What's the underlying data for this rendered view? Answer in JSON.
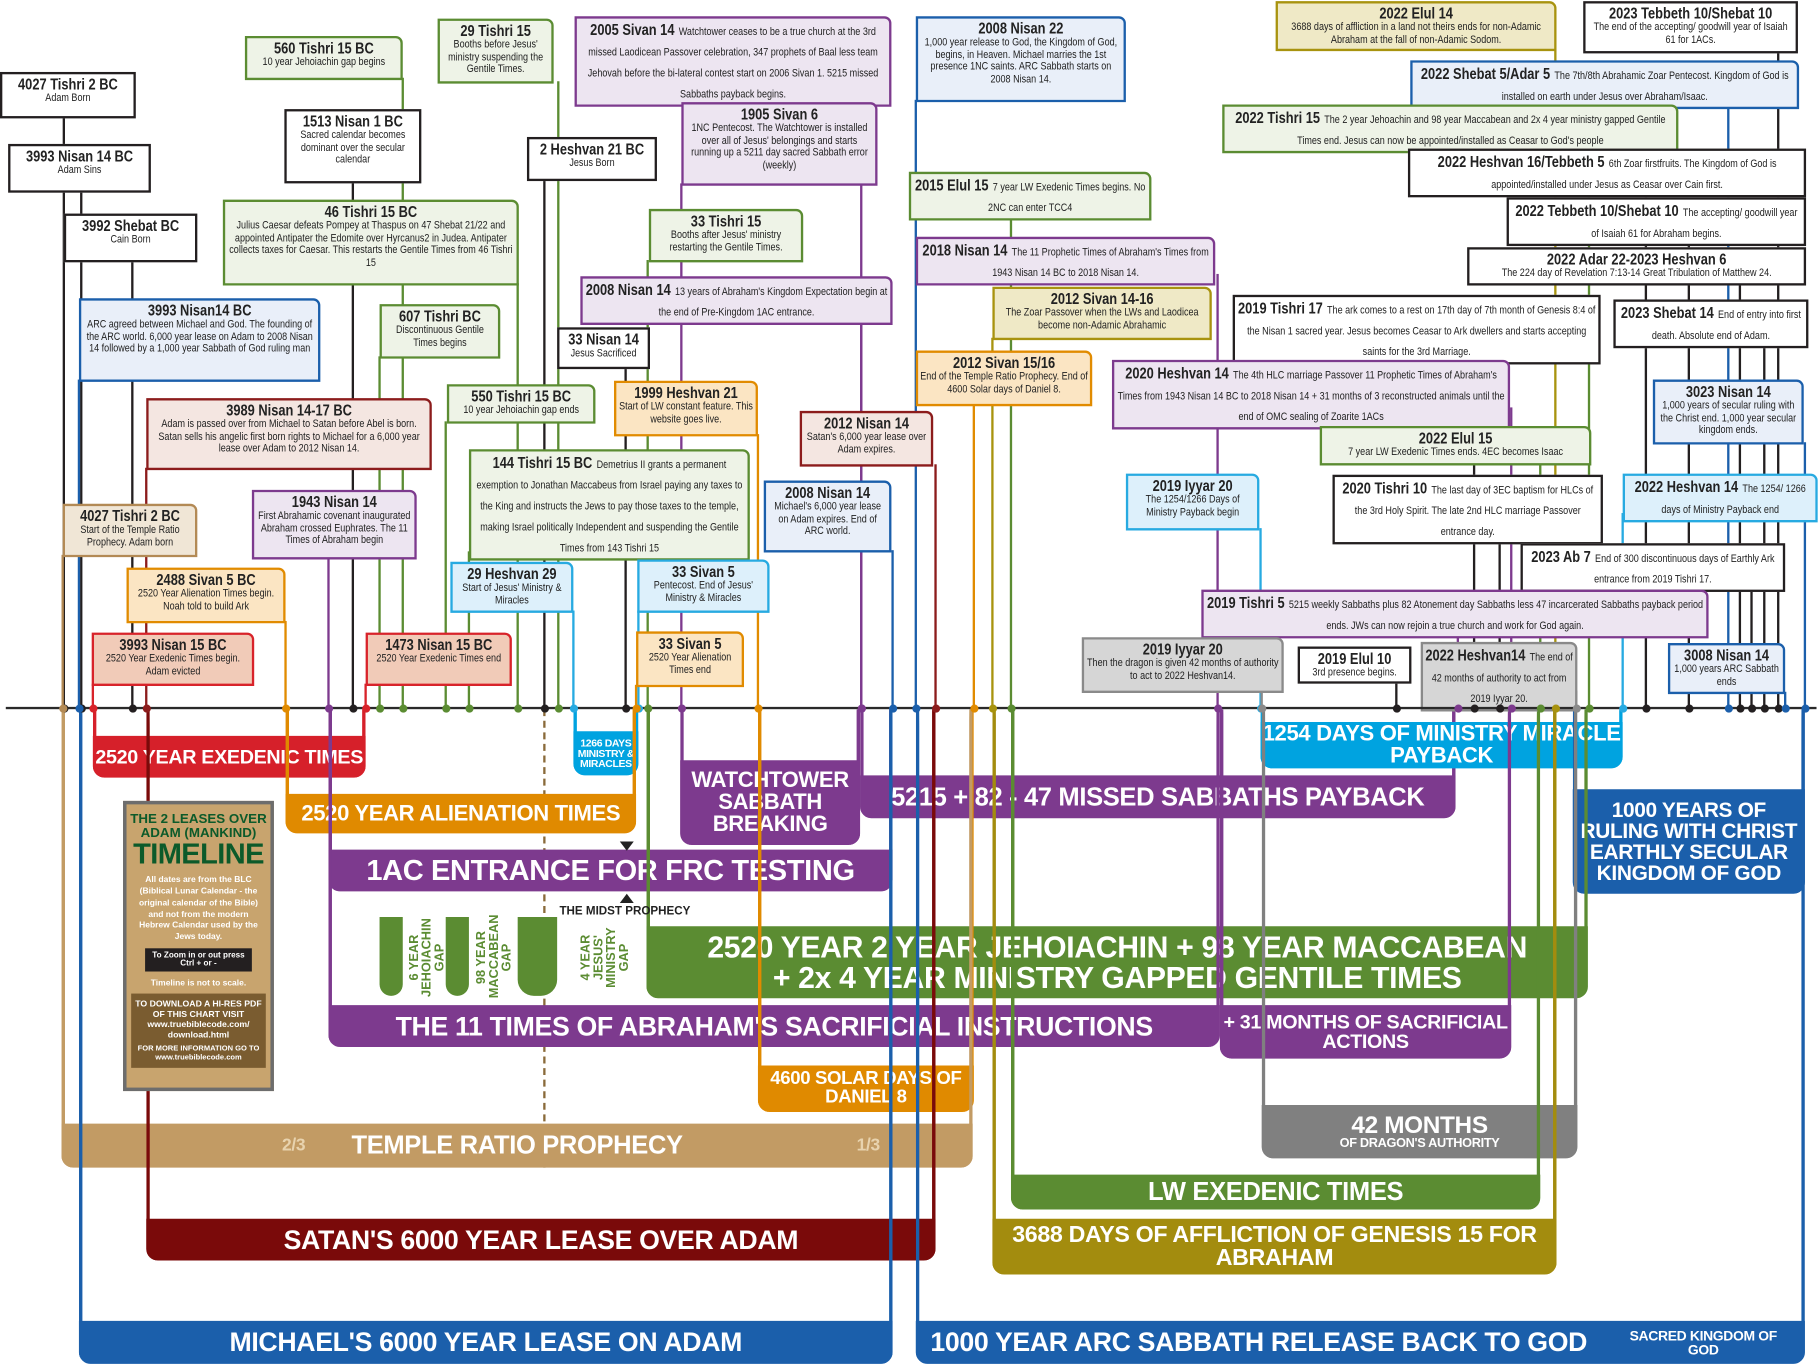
{
  "events": {
    "e1": {
      "title": "4027 Tishri 2 BC",
      "desc": "Adam Born"
    },
    "e2": {
      "title": "3993 Nisan 14 BC",
      "desc": "Adam Sins"
    },
    "e3": {
      "title": "3992 Shebat BC",
      "desc": "Cain Born"
    },
    "e4": {
      "title": "1513 Nisan 1 BC",
      "desc": "Sacred calendar becomes dominant over the secular calendar"
    },
    "e5": {
      "title": "2 Heshvan 21 BC",
      "desc": "Jesus Born"
    },
    "e6": {
      "title": "33 Nisan 14",
      "desc": "Jesus Sacrificed"
    },
    "e7": {
      "title": "560 Tishri 15 BC",
      "desc": "10 year Jehoiachin gap begins"
    },
    "e8": {
      "title": "29 Tishri 15",
      "desc": "Booths before Jesus' ministry suspending the Gentile Times."
    },
    "e9": {
      "title": "2005 Sivan 14",
      "desc": "Watchtower ceases to be a true church at the 3rd missed Laodicean Passover celebration, 347 prophets of Baal less team Jehovah before the bi-lateral contest start on 2006 Sivan 1. 5215 missed Sabbaths payback begins."
    },
    "e10": {
      "title": "1905 Sivan 6",
      "desc": "1NC Pentecost. The Watchtower is installed over all of Jesus' belongings and starts running up a 5211 day sacred Sabbath error (weekly)"
    },
    "e11": {
      "title": "46 Tishri 15 BC",
      "desc": "Julius Caesar defeats Pompey at Thaspus on 47 Shebat 21/22 and appointed Antipater the Edomite over Hyrcanus2 in Judea. Antipater collects taxes for Caesar. This restarts the Gentile Times from 46 Tishri 15"
    },
    "e12": {
      "title": "33 Tishri 15",
      "desc": "Booths after Jesus' ministry restarting the Gentile Times."
    },
    "e13": {
      "title": "2008 Nisan 14",
      "desc": "13 years of Abraham's Kingdom Expectation begin at the end of Pre-Kingdom 1AC entrance."
    },
    "e14": {
      "title": "3993 Nisan14 BC",
      "desc": "ARC agreed between Michael and God. The founding of the ARC world. 6,000 year lease on Adam to 2008 Nisan 14 followed by a 1,000 year Sabbath of God ruling man"
    },
    "e15": {
      "title": "607 Tishri BC",
      "desc": "Discontinuous Gentile Times begins"
    },
    "e16": {
      "title": "550 Tishri 15 BC",
      "desc": "10 year Jehoiachin gap ends"
    },
    "e17": {
      "title": "1999 Heshvan 21",
      "desc": "Start of LW constant feature. This website goes live."
    },
    "e18": {
      "title": "3989 Nisan 14-17 BC",
      "desc": "Adam is passed over from Michael to Satan before Abel is born. Satan sells his angelic first born rights to Michael for a 6,000 year lease over Adam to 2012 Nisan 14."
    },
    "e19": {
      "title": "2012 Nisan 14",
      "desc": "Satan's 6,000 year lease over Adam expires."
    },
    "e20": {
      "title": "144 Tishri 15 BC",
      "desc": "Demetrius II grants a permanent exemption to Jonathan Maccabeus from Israel paying any taxes to the King and instructs the Jews to pay those taxes to the temple, making Israel politically Independent and suspending the Gentile Times from 143 Tishri 15"
    },
    "e21": {
      "title": "4027 Tishri 2 BC",
      "desc": "Start of the Temple Ratio Prophecy. Adam born"
    },
    "e22": {
      "title": "1943 Nisan 14",
      "desc": "First Abrahamic covenant inaugurated Abraham crossed Euphrates. The 11 Times of Abraham begin"
    },
    "e23": {
      "title": "2008 Nisan 14",
      "desc": "Michael's 6,000 year lease on Adam expires. End of ARC world."
    },
    "e24": {
      "title": "29 Heshvan 29",
      "desc": "Start of Jesus' Ministry & Miracles"
    },
    "e25": {
      "title": "33 Sivan 5",
      "desc": "Pentecost. End of Jesus' Ministry & Miracles"
    },
    "e26": {
      "title": "2488 Sivan 5 BC",
      "desc": "2520 Year Alienation Times begin. Noah told to build Ark"
    },
    "e27": {
      "title": "3993 Nisan 15 BC",
      "desc": "2520 Year Exedenic Times begin. Adam evicted"
    },
    "e28": {
      "title": "1473 Nisan 15 BC",
      "desc": "2520 Year Exedenic Times end"
    },
    "e29": {
      "title": "33 Sivan 5",
      "desc": "2520 Year Alienation Times end"
    },
    "e30": {
      "title": "2008 Nisan 22",
      "desc": "1,000 year release to God, the Kingdom of God, begins, in Heaven. Michael marries the 1st presence 1NC saints. ARC Sabbath starts on 2008 Nisan 14."
    },
    "e31": {
      "title": "2022 Elul 14",
      "desc": "3688 days of affliction in a land not theirs ends for non-Adamic Abraham at the fall of non-Adamic Sodom."
    },
    "e32": {
      "title": "2023 Tebbeth 10/Shebat 10",
      "desc": "The end of the accepting/ goodwill year of Isaiah 61 for 1ACs."
    },
    "e33": {
      "title": "2022 Shebat 5/Adar 5",
      "desc": "The 7th/8th Abrahamic Zoar Pentecost. Kingdom of God is installed on earth under Jesus over Abraham/Isaac."
    },
    "e34": {
      "title": "2022 Tishri 15",
      "desc": "The 2 year Jehoachin and 98 year Maccabean and 2x 4 year ministry gapped Gentile Times end. Jesus can now be appointed/installed as Ceasar to God's people"
    },
    "e35": {
      "title": "2022 Heshvan 16/Tebbeth 5",
      "desc": "6th Zoar firstfruits. The Kingdom of God is appointed/installed under Jesus as Ceasar over Cain first."
    },
    "e36": {
      "title": "2015 Elul 15",
      "desc": "7 year LW Exedenic Times begins. No 2NC can enter TCC4"
    },
    "e37": {
      "title": "2022 Tebbeth 10/Shebat 10",
      "desc": "The accepting/ goodwill year of Isaiah 61 for Abraham begins."
    },
    "e38": {
      "title": "2018 Nisan 14",
      "desc": "The 11 Prophetic Times of Abraham's Times from 1943 Nisan 14 BC to 2018 Nisan 14."
    },
    "e39": {
      "title": "2022 Adar 22-2023 Heshvan 6",
      "desc": "The 224 day of Revelation 7:13-14 Great Tribulation of Matthew 24."
    },
    "e40": {
      "title": "2012 Sivan 14-16",
      "desc": "The Zoar Passover when the LWs and Laodicea become non-Adamic Abrahamic"
    },
    "e41": {
      "title": "2019 Tishri 17",
      "desc": "The ark comes to a rest on 17th day of 7th month of Genesis 8:4 of the Nisan 1 sacred year. Jesus becomes Ceasar to Ark dwellers and starts accepting saints for the 3rd Marriage."
    },
    "e42": {
      "title": "2023 Shebat 14",
      "desc": "End of entry into first death. Absolute end of Adam."
    },
    "e43": {
      "title": "2012 Sivan 15/16",
      "desc": "End of the Temple Ratio Prophecy. End of 4600 Solar days of Daniel 8."
    },
    "e44": {
      "title": "2020 Heshvan 14",
      "desc": "The 4th HLC marriage Passover 11 Prophetic Times of Abraham's Times from 1943 Nisan 14 BC to 2018 Nisan 14 + 31 months of 3 reconstructed animals until the end of OMC sealing of Zoarite 1ACs"
    },
    "e45": {
      "title": "3023 Nisan 14",
      "desc": "1,000 years of secular ruling with the Christ end. 1,000 year secular kingdom ends."
    },
    "e46": {
      "title": "2022 Elul 15",
      "desc": "7 year LW Exedenic Times ends. 4EC becomes Isaac"
    },
    "e47": {
      "title": "2019 Iyyar 20",
      "desc": "The 1254/1266 Days of Ministry Payback begin"
    },
    "e48": {
      "title": "2020 Tishri 10",
      "desc": "The last day of 3EC baptism for HLCs of the 3rd Holy Spirit. The late 2nd HLC marriage Passover entrance day."
    },
    "e49": {
      "title": "2022 Heshvan 14",
      "desc": "The 1254/ 1266 days of Ministry Payback end"
    },
    "e50": {
      "title": "2023 Ab 7",
      "desc": "End of 300 discontinuous days of Earthly Ark entrance from 2019 Tishri 17."
    },
    "e51": {
      "title": "2019 Tishri 5",
      "desc": "5215 weekly Sabbaths plus 82 Atonement day Sabbaths less 47 incarcerated Sabbaths payback period ends. JWs can now rejoin a true church and work for God again."
    },
    "e52": {
      "title": "2019 Iyyar 20",
      "desc": "Then the dragon is given 42 months of authority to act to 2022 Heshvan14."
    },
    "e53": {
      "title": "2019 Elul 10",
      "desc": "3rd presence begins."
    },
    "e54": {
      "title": "2022 Heshvan14",
      "desc": "The end of 42 months of authority to act from 2019 Iyyar 20."
    },
    "e55": {
      "title": "3008 Nisan 14",
      "desc": "1,000 years ARC Sabbath ends"
    }
  },
  "bands": {
    "exedenic": {
      "label": "2520 YEAR EXEDENIC TIMES"
    },
    "days1266": {
      "label": "1266 DAYS MINISTRY & MIRACLES"
    },
    "alienation": {
      "label": "2520 YEAR ALIENATION TIMES"
    },
    "watchtower": {
      "label": "WATCHTOWER SABBATH BREAKING"
    },
    "missed": {
      "label": "5215 + 82 - 47 MISSED SABBATHS PAYBACK"
    },
    "payback1254": {
      "label": "1254 DAYS OF MINISTRY MIRACLE PAYBACK"
    },
    "entrance": {
      "label": "1AC ENTRANCE FOR FRC TESTING"
    },
    "ruling": {
      "label": "1000 YEARS OF RULING WITH CHRIST",
      "sub": "EARTHLY SECULAR KINGDOM OF GOD"
    },
    "jehoiachin": {
      "label": "2520 YEAR 2 YEAR JEHOIACHIN + 98 YEAR MACCABEAN",
      "sub": "+ 2x 4 YEAR MINISTRY GAPPED GENTILE TIMES"
    },
    "abraham11": {
      "label": "THE 11 TIMES OF ABRAHAM'S SACRIFICIAL INSTRUCTIONS"
    },
    "months31": {
      "label": "+ 31 MONTHS OF SACRIFICIAL ACTIONS"
    },
    "solar4600": {
      "label": "4600 SOLAR DAYS OF DANIEL 8"
    },
    "temple": {
      "label": "TEMPLE RATIO PROPHECY",
      "left": "2/3",
      "right": "1/3"
    },
    "dragon42": {
      "label": "42 MONTHS",
      "sub": "OF DRAGON'S AUTHORITY"
    },
    "lw": {
      "label": "LW EXEDENIC TIMES"
    },
    "satan": {
      "label": "SATAN'S 6000 YEAR LEASE OVER ADAM"
    },
    "affliction": {
      "label": "3688 DAYS OF AFFLICTION OF GENESIS 15 FOR ABRAHAM"
    },
    "michael": {
      "label": "MICHAEL'S 6000 YEAR LEASE ON ADAM"
    },
    "arc": {
      "label": "1000 YEAR ARC SABBATH RELEASE BACK TO GOD",
      "sub": "SACRED KINGDOM OF GOD"
    }
  },
  "gaps": {
    "jehoiachin": "6 YEAR JEHOIACHIN GAP",
    "maccabean": "98 YEAR MACCABEAN GAP",
    "ministry": "4 YEAR JESUS' MINISTRY GAP"
  },
  "midst": "THE MIDST PROPHECY",
  "legend": {
    "subtitle": "THE 2 LEASES OVER ADAM (MANKIND)",
    "title": "TIMELINE",
    "note": "All dates are from the BLC (Biblical Lunar Calendar - the original calendar of the Bible) and not from the modern Hebrew Calendar used by the Jews today.",
    "zoom": "To Zoom in or out press Ctrl + or -",
    "scale": "Timeline is not to scale.",
    "download": "TO DOWNLOAD A HI-RES PDF OF THIS CHART VISIT www.truebiblecode.com/ download.html",
    "info": "FOR MORE INFORMATION GO TO www.truebiblecode.com"
  },
  "colors": {
    "purple": "#7d3a8e",
    "green": "#5b8c32",
    "blue": "#1b5fab",
    "lightblue": "#00a3e0",
    "orange": "#e08a00",
    "red": "#d6202a",
    "darkred": "#7a0a0a",
    "tan": "#c29b64",
    "olive": "#a38c0e",
    "gray": "#808080"
  }
}
